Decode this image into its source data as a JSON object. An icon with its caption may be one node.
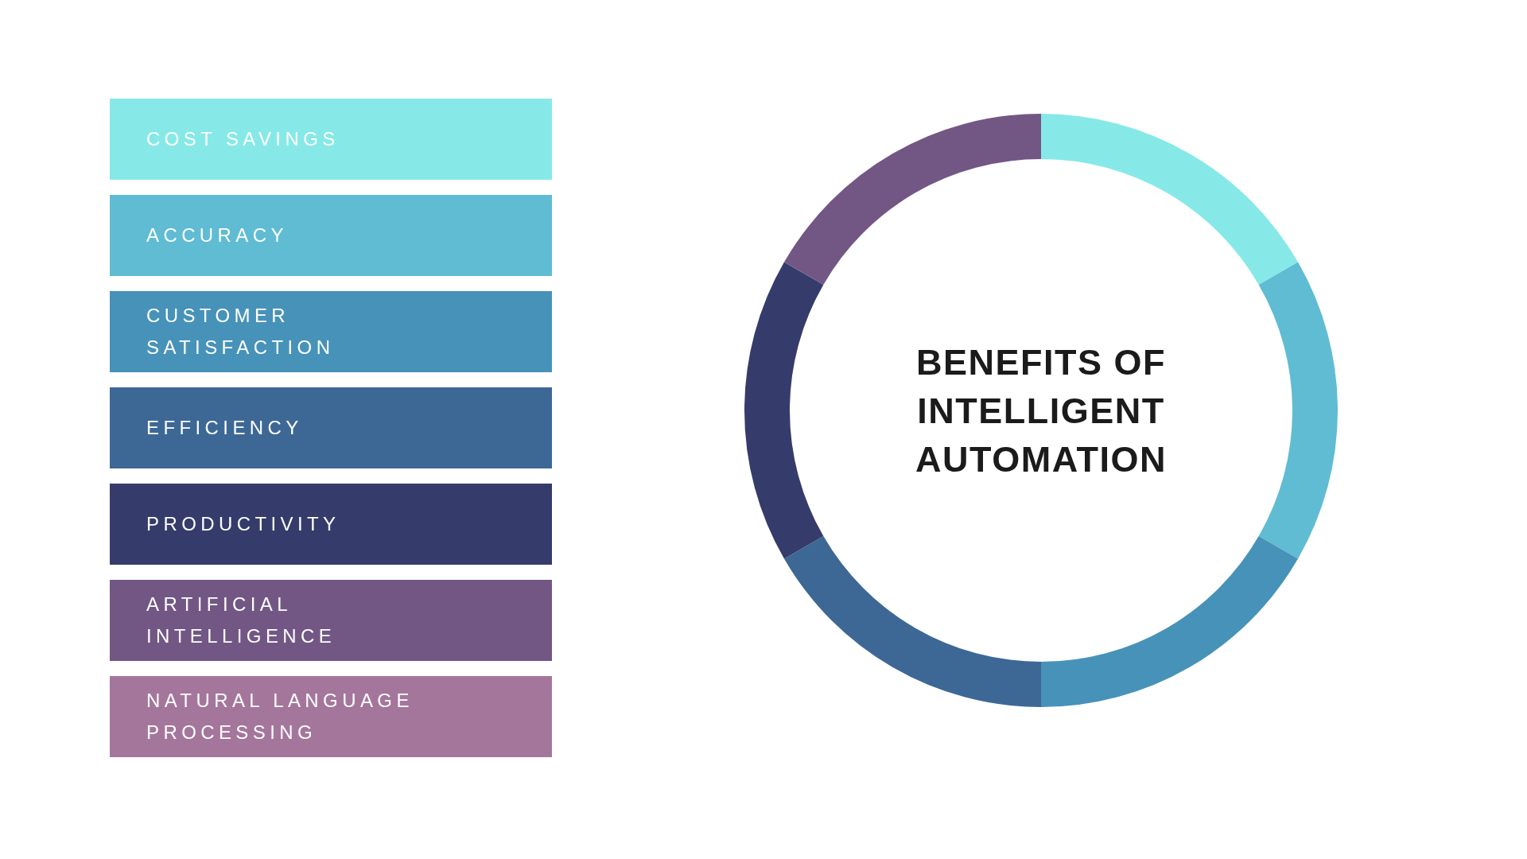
{
  "diagram": {
    "nodes": [
      {
        "text": [
          "COST SAVINGS"
        ]
      },
      {
        "text": [
          "ACCURACY"
        ]
      },
      {
        "text": [
          "CUSTOMER SATISFACTION"
        ]
      },
      {
        "text": [
          "EFFICIENCY"
        ]
      },
      {
        "text": [
          "PRODUCTIVITY"
        ]
      },
      {
        "text": [
          "ARTIFICIAL INTELLIGENCE"
        ]
      },
      {
        "text": [
          "NATURAL LANGUAGE PROCESSING"
        ]
      },
      {
        "text": [
          "BENEFITS OF INTELLIGENT AUTOMATION"
        ]
      }
    ]
  }
}
